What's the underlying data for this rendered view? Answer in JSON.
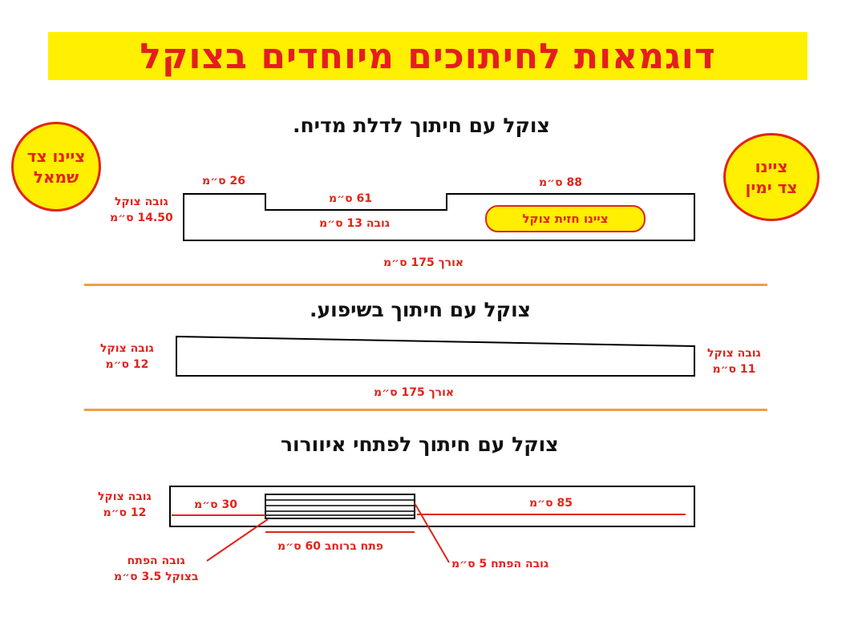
{
  "title": "דוגמאות לחיתוכים מיוחדים  בצוקל",
  "colors": {
    "banner_bg": "#ffef00",
    "accent_red": "#e2231a",
    "divider": "#f39c4a"
  },
  "badges": {
    "left": [
      "ציינו צד",
      "שמאל"
    ],
    "right": [
      "ציינו",
      "צד ימין"
    ]
  },
  "door_section": {
    "title": "צוקל עם חיתוך לדלת מדיח.",
    "left_height": [
      "גובה צוקל",
      "14.50 ס״מ"
    ],
    "left_top": "26 ס״מ",
    "cut_width": "61 ס״מ",
    "cut_height": "גובה 13 ס״מ",
    "right_top": "88 ס״מ",
    "front_label": "ציינו חזית צוקל",
    "length": "אורך 175 ס״מ"
  },
  "slope_section": {
    "title": "צוקל עם חיתוך בשיפוע.",
    "left_height": [
      "גובה צוקל",
      "12 ס״מ"
    ],
    "right_height": [
      "גובה צוקל",
      "11 ס״מ"
    ],
    "length": "אורך 175 ס״מ"
  },
  "vent_section": {
    "title": "צוקל עם חיתוך לפתחי איוורור",
    "left_height": [
      "גובה צוקל",
      "12 ס״מ"
    ],
    "left_dim": "30 ס״מ",
    "right_dim": "85 ס״מ",
    "opening_width": "פתח ברוחב 60 ס״מ",
    "opening_height": "גובה הפתח 5 ס״מ",
    "opening_height_in_plinth": [
      "גובה הפתח",
      "בצוקל 3.5 ס״מ"
    ]
  }
}
